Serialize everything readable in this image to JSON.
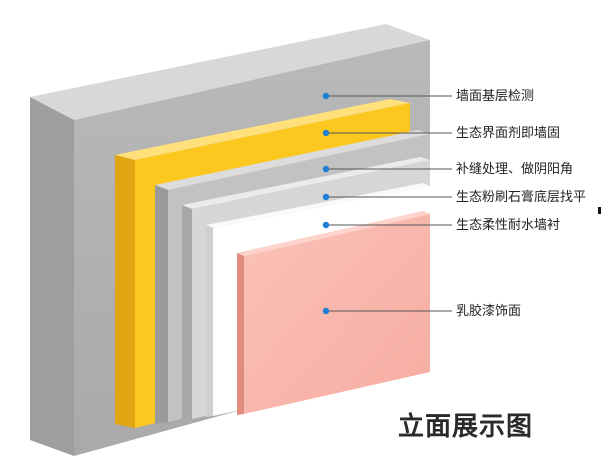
{
  "layers": [
    {
      "id": "base-wall",
      "label": "墙面基层检测",
      "color": "#b4b4b4"
    },
    {
      "id": "interface-agent",
      "label": "生态界面剂即墙固",
      "color": "#fcc820"
    },
    {
      "id": "corner-treatment",
      "label": "补缝处理、做阴阳角",
      "color": "#c2c2c2"
    },
    {
      "id": "gypsum-leveling",
      "label": "生态粉刷石膏底层找平",
      "color": "#d6d6d6"
    },
    {
      "id": "waterproof-putty",
      "label": "生态柔性耐水墙衬",
      "color": "#ffffff"
    },
    {
      "id": "latex-finish",
      "label": "乳胶漆饰面",
      "color": "#f8b8ad"
    }
  ],
  "caption": "立面展示图"
}
